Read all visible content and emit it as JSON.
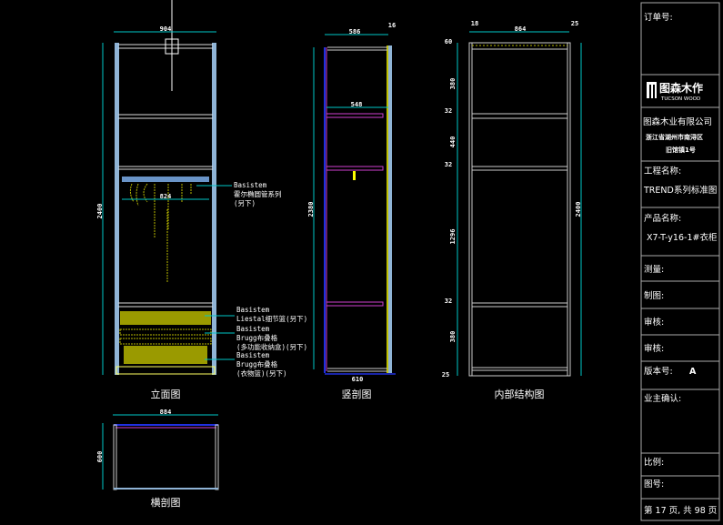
{
  "colors": {
    "dimension": "#00c8c8",
    "panel": "#8fb4d6",
    "shelf": "#d8d8d8",
    "hardware": "#b8b800",
    "section_shelf": "#d040d0",
    "section_back": "#ffff00",
    "section_front": "#2030e0"
  },
  "elevation": {
    "caption": "立面图",
    "dims": {
      "width": "904",
      "inner_width": "824",
      "height": "2400"
    },
    "callouts": [
      {
        "line1": "Basistem",
        "line2": "霍尔椭圆管系列",
        "line3": "(另下)"
      },
      {
        "line1": "Basistem",
        "line2": "Liestal细节篮(另下)"
      },
      {
        "line1": "Basistem",
        "line2": "Brugg布叠格",
        "line3": "(多功能收纳盒)(另下)"
      },
      {
        "line1": "Basistem",
        "line2": "Brugg布叠格",
        "line3": "(衣物篮)(另下)"
      }
    ]
  },
  "section": {
    "caption": "竖剖图",
    "dims": {
      "depth": "586",
      "back": "16",
      "shelf_depth": "548",
      "height": "2380",
      "bottom": "610"
    }
  },
  "interior": {
    "caption": "内部结构图",
    "dims": {
      "left_offset": "18",
      "width": "864",
      "right_offset": "25",
      "height": "2400",
      "segments": [
        "60",
        "380",
        "32",
        "440",
        "32",
        "1296",
        "32",
        "380",
        "25"
      ]
    }
  },
  "plan": {
    "caption": "横剖图",
    "dims": {
      "width": "884",
      "depth": "600"
    }
  },
  "title_block": {
    "order_no_label": "订单号:",
    "logo_cn": "图森木作",
    "logo_en": "TUCSON WOOD",
    "company": "图森木业有限公司",
    "address1": "浙江省湖州市南浔区",
    "address2": "旧馆镇1号",
    "project_label": "工程名称:",
    "project_value": "TREND系列标准图",
    "product_label": "产品名称:",
    "product_value": "X7-T-y16-1#衣柜",
    "survey_label": "测量:",
    "drawing_label": "制图:",
    "review1_label": "审核:",
    "review2_label": "审核:",
    "version_label": "版本号:",
    "version_value": "A",
    "owner_label": "业主确认:",
    "scale_label": "比例:",
    "drawing_no_label": "图号:",
    "page_info": "第 17 页, 共 98 页"
  }
}
